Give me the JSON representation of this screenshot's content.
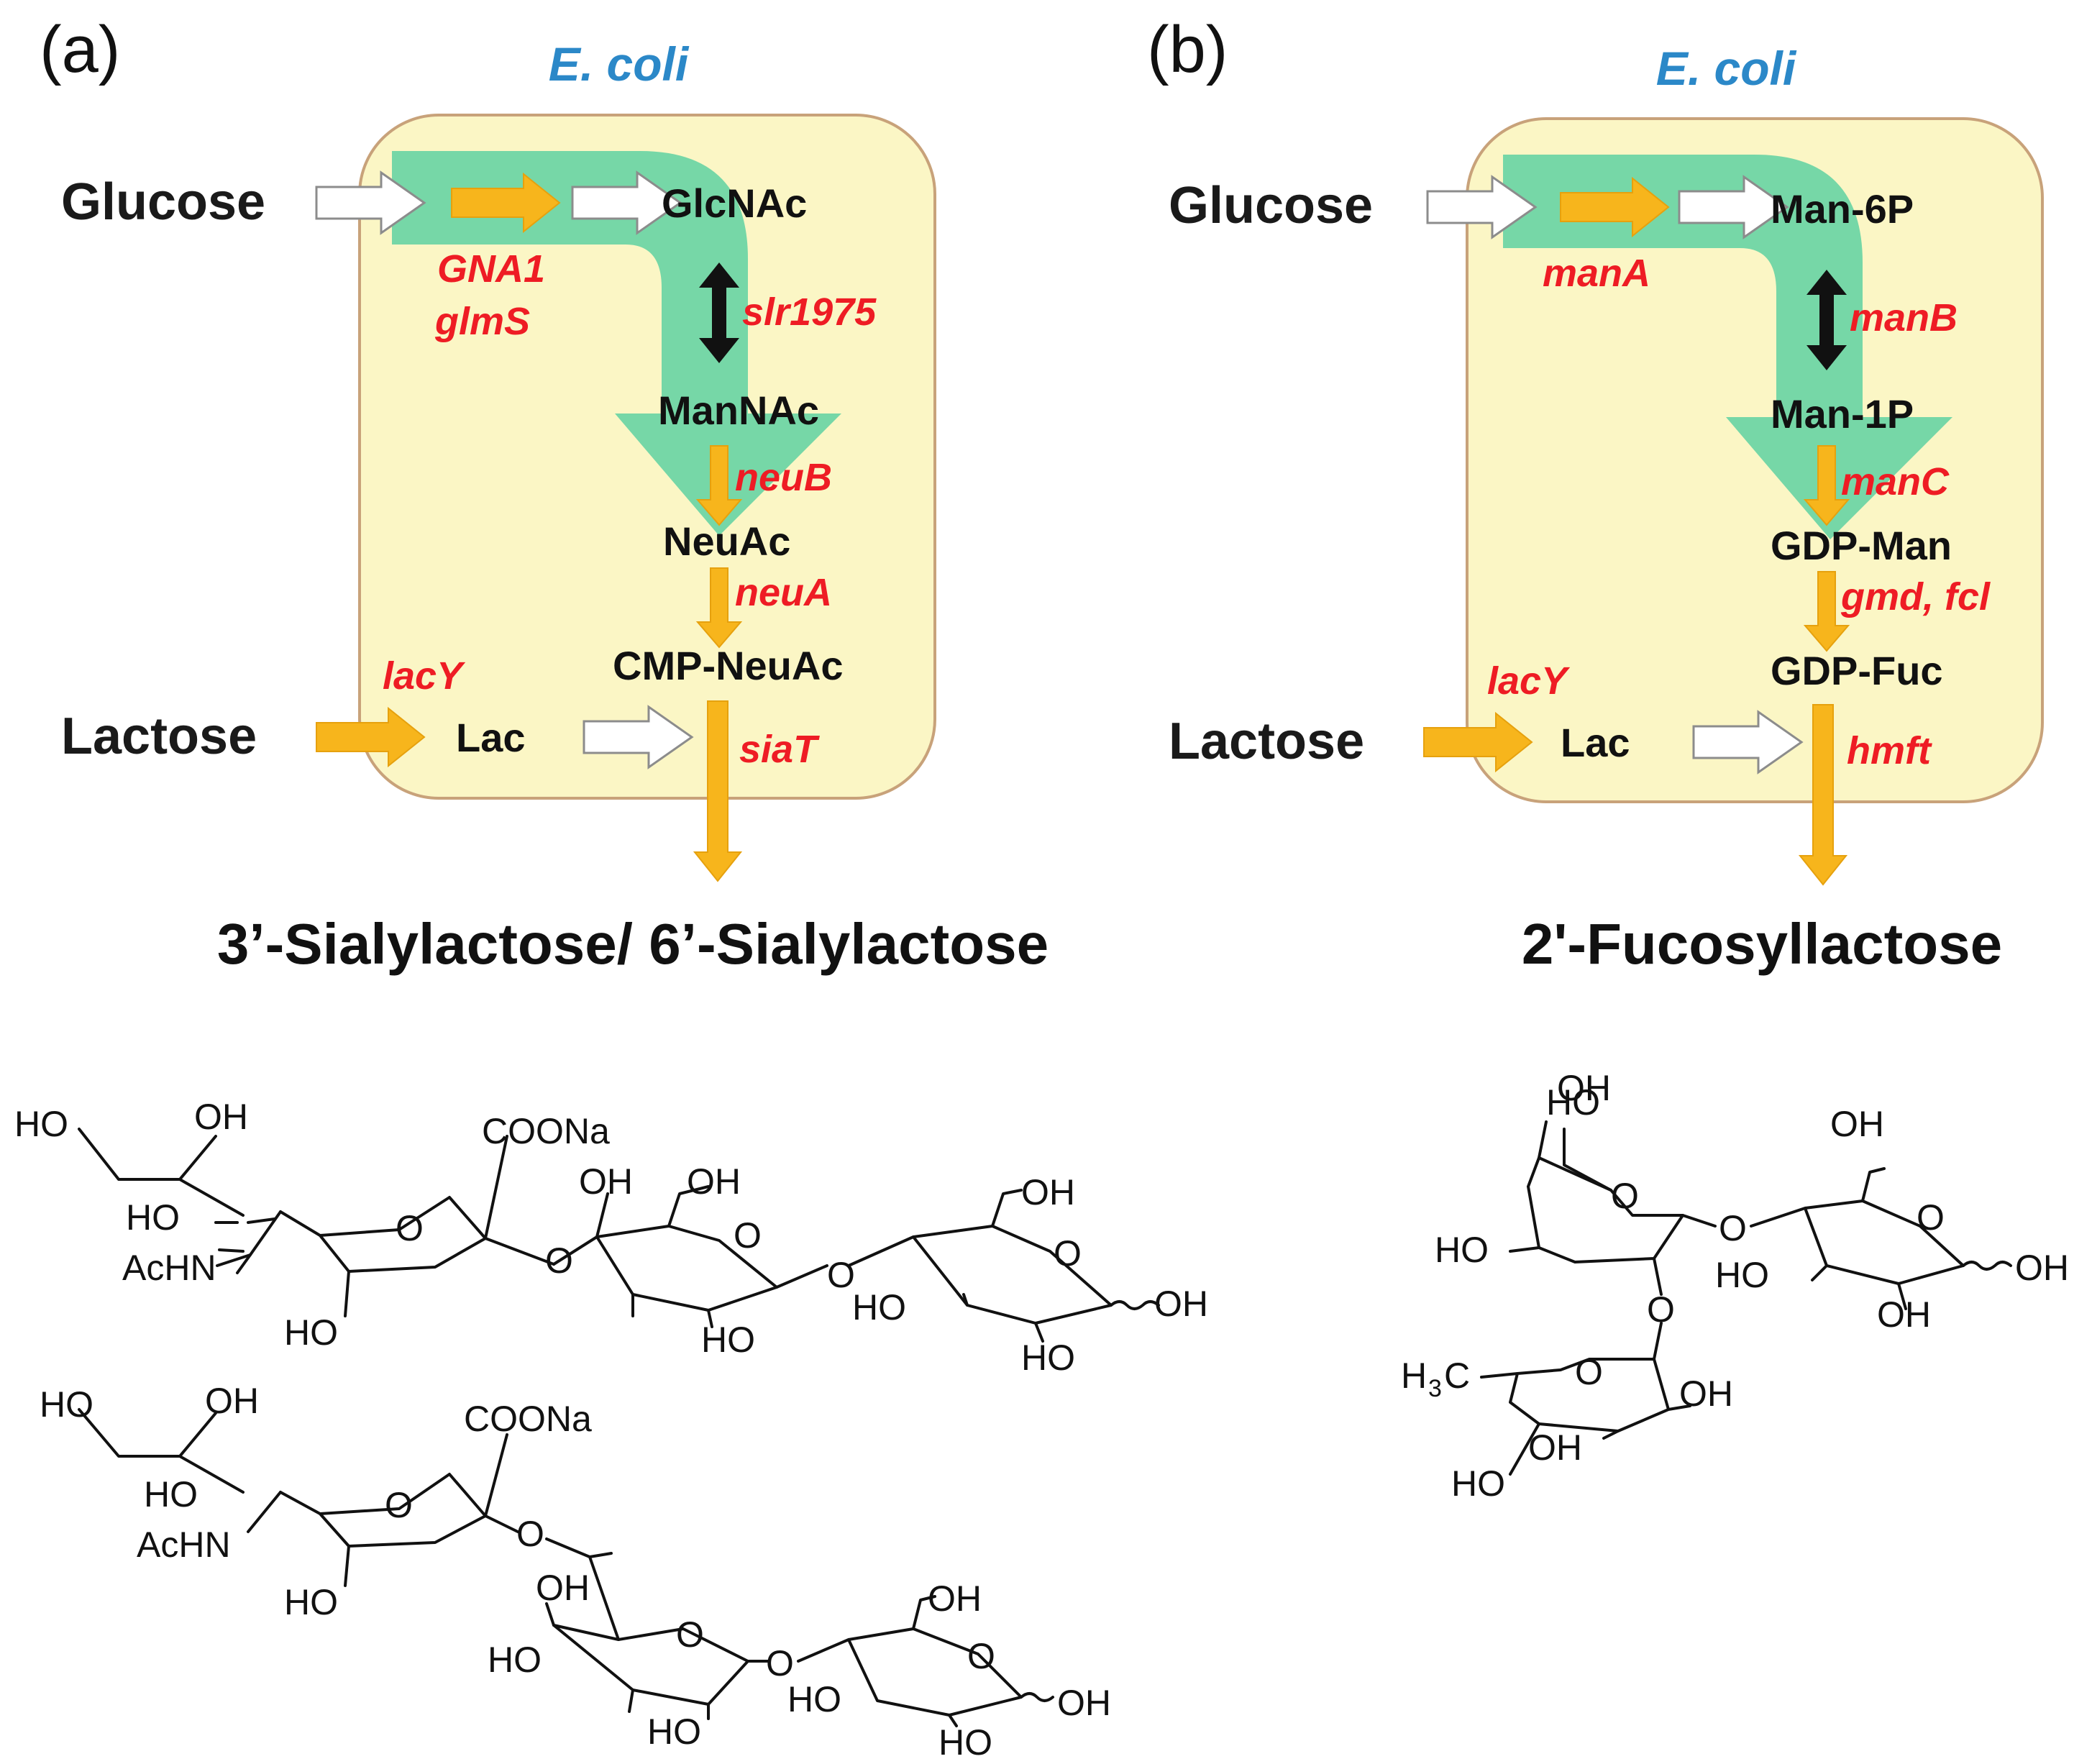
{
  "colors": {
    "cell_fill": "#fbf6c5",
    "cell_stroke": "#c8a27a",
    "flow_green": "#6fd5a5",
    "enzyme_arrow": "#f7b51c",
    "gene_red": "#ee1c24",
    "organism_blue": "#2b88c8",
    "black": "#111111"
  },
  "icons": {
    "transport_arrow": "hollow-right-arrow",
    "reaction_arrow": "orange-right-arrow",
    "reversible_arrow": "black-double-arrow",
    "flux_arrow": "green-bent-arrow"
  },
  "panel_a": {
    "label": "(a)",
    "organism": "E. coli",
    "input_glucose": "Glucose",
    "input_lactose": "Lactose",
    "metabolites": [
      "GlcNAc",
      "ManNAc",
      "NeuAc",
      "CMP-NeuAc",
      "Lac"
    ],
    "genes": {
      "g1": "GNA1",
      "g2": "glmS",
      "g3": "slr1975",
      "g4": "neuB",
      "g5": "neuA",
      "g6": "lacY",
      "g7": "siaT"
    },
    "product": "3’-Sialylactose/ 6’-Sialylactose",
    "structure_3sl": {
      "atoms": [
        "HO",
        "OH",
        "COONa",
        "HO",
        "AcHN",
        "O",
        "HO",
        "O",
        "OH",
        "OH",
        "O",
        "HO",
        "O",
        "OH",
        "O",
        "HO",
        "OH",
        "HO"
      ]
    },
    "structure_6sl": {
      "atoms": [
        "HO",
        "OH",
        "COONa",
        "HO",
        "AcHN",
        "O",
        "HO",
        "O",
        "OH",
        "O",
        "HO",
        "HO",
        "O",
        "OH",
        "O",
        "HO",
        "OH",
        "HO"
      ]
    }
  },
  "panel_b": {
    "label": "(b)",
    "organism": "E. coli",
    "input_glucose": "Glucose",
    "input_lactose": "Lactose",
    "metabolites": [
      "Man-6P",
      "Man-1P",
      "GDP-Man",
      "GDP-Fuc",
      "Lac"
    ],
    "genes": {
      "g1": "manA",
      "g2": "manB",
      "g3": "manC",
      "g4": "gmd, fcl",
      "g5": "lacY",
      "g6": "hmft"
    },
    "product": "2'-Fucosyllactose",
    "structure_2fl": {
      "atoms": [
        "HO",
        "OH",
        "O",
        "HO",
        "O",
        "O",
        "OH",
        "O",
        "HO",
        "OH",
        "OH",
        "O",
        "OH",
        "OH",
        "HO"
      ],
      "methyl": "H",
      "methyl_sub": "3",
      "methyl_c": "C"
    }
  }
}
